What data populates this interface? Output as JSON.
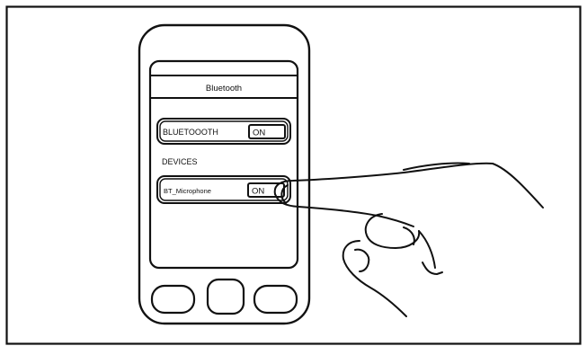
{
  "screen": {
    "title": "Bluetooth",
    "bluetooth_row": {
      "label": "BLUETOOOTH",
      "toggle_value": "ON"
    },
    "devices_header": "DEVICES",
    "device_rows": [
      {
        "label": "BT_Microphone",
        "toggle_value": "ON"
      }
    ]
  },
  "phone": {
    "buttons": [
      "left-button",
      "center-button",
      "right-button"
    ]
  },
  "colors": {
    "ink": "#111111",
    "background": "#ffffff"
  }
}
